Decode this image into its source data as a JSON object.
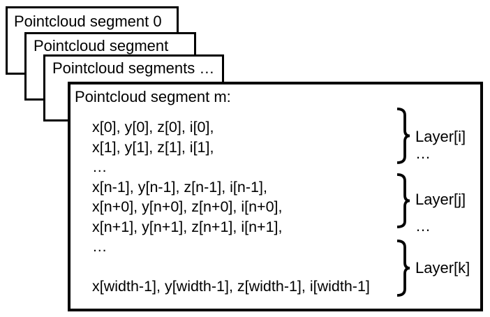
{
  "stack": {
    "cards": [
      {
        "label": "Pointcloud segment 0"
      },
      {
        "label": "Pointcloud segment"
      },
      {
        "label": "Pointcloud segments …"
      }
    ]
  },
  "detail": {
    "title": "Pointcloud segment m:",
    "lines": [
      "x[0], y[0], z[0], i[0],",
      "x[1], y[1], z[1], i[1],",
      "…",
      "x[n-1], y[n-1], z[n-1], i[n-1],",
      "x[n+0], y[n+0], z[n+0], i[n+0],",
      "x[n+1], y[n+1], z[n+1], i[n+1],",
      "…",
      "",
      "x[width-1], y[width-1], z[width-1], i[width-1]"
    ],
    "layers": [
      {
        "label": "Layer[i]",
        "more": "…"
      },
      {
        "label": "Layer[j]",
        "more": "…"
      },
      {
        "label": "Layer[k]",
        "more": ""
      }
    ]
  },
  "colors": {
    "stroke": "#000000",
    "background": "#ffffff"
  }
}
